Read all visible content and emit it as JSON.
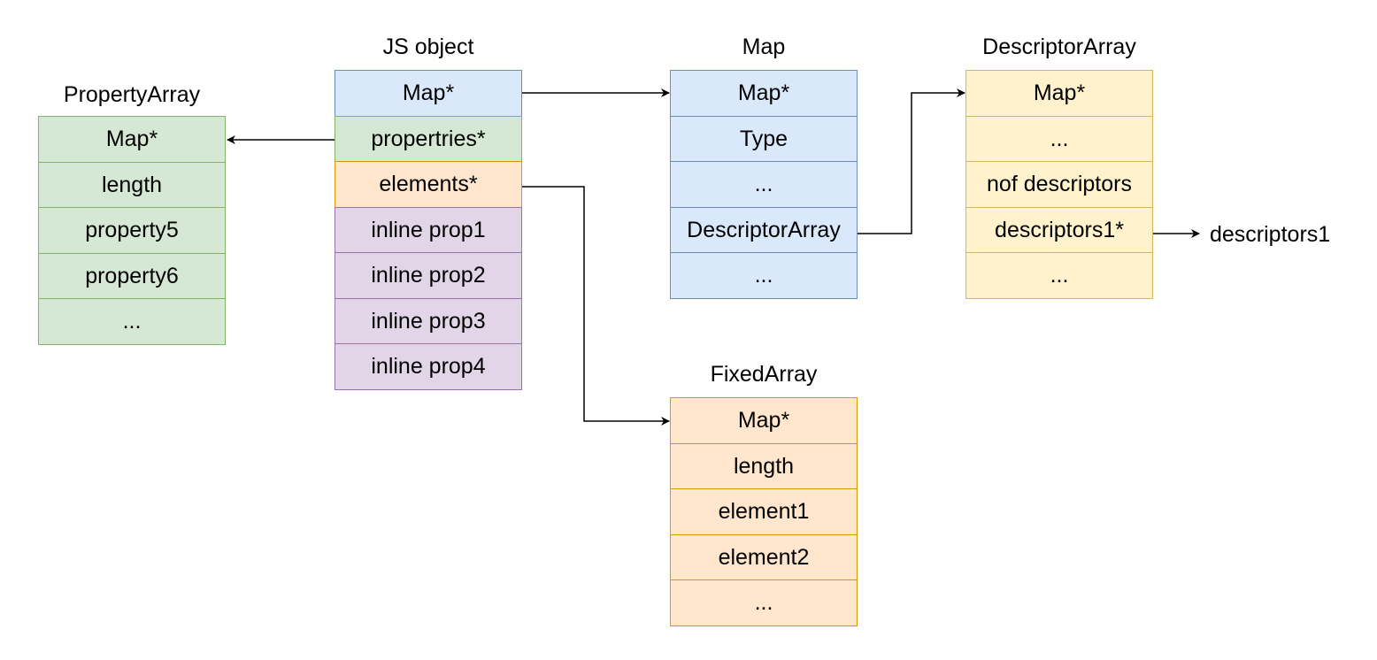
{
  "blocks": {
    "property_array": {
      "title": "PropertyArray",
      "cells": [
        "Map*",
        "length",
        "property5",
        "property6",
        "..."
      ]
    },
    "js_object": {
      "title": "JS object",
      "cells": [
        "Map*",
        "propertries*",
        "elements*",
        "inline prop1",
        "inline prop2",
        "inline prop3",
        "inline prop4"
      ]
    },
    "map": {
      "title": "Map",
      "cells": [
        "Map*",
        "Type",
        "...",
        "DescriptorArray",
        "..."
      ]
    },
    "descriptor_array": {
      "title": "DescriptorArray",
      "cells": [
        "Map*",
        "...",
        "nof descriptors",
        "descriptors1*",
        "..."
      ]
    },
    "fixed_array": {
      "title": "FixedArray",
      "cells": [
        "Map*",
        "length",
        "element1",
        "element2",
        "..."
      ]
    }
  },
  "external_label": "descriptors1",
  "colors": {
    "blue_fill": "#dae8fc",
    "blue_stroke": "#6c8ebf",
    "green_fill": "#d5e8d4",
    "green_stroke": "#82b366",
    "peach_fill": "#ffe6cc",
    "peach_stroke": "#d79b00",
    "purple_fill": "#e1d5e7",
    "purple_stroke": "#9673a6",
    "yellow_fill": "#fff2cc",
    "yellow_stroke": "#d6b656",
    "arrow": "#000000"
  }
}
